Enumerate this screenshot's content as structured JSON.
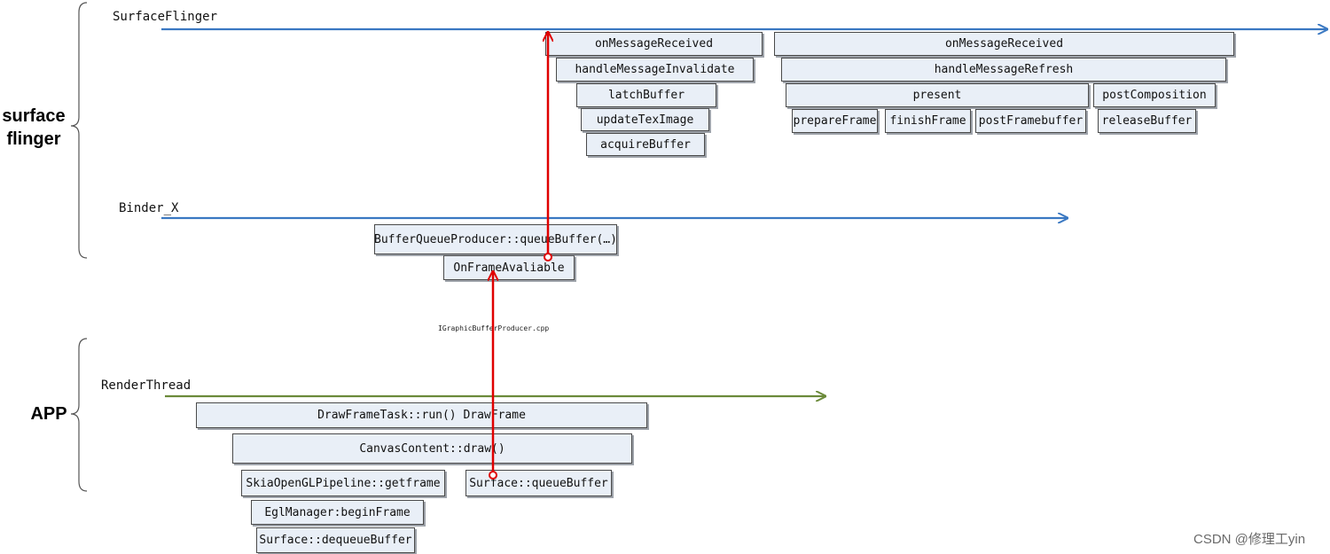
{
  "groups": {
    "surface_flinger": "surface\nflinger",
    "app": "APP"
  },
  "threads": {
    "surfaceflinger": "SurfaceFlinger",
    "binder": "Binder_X",
    "renderthread": "RenderThread"
  },
  "boxes": {
    "sf_onmsg_1": "onMessageReceived",
    "sf_handle_invalidate": "handleMessageInvalidate",
    "sf_latch": "latchBuffer",
    "sf_updatetex": "updateTexImage",
    "sf_acquire": "acquireBuffer",
    "sf_onmsg_2": "onMessageReceived",
    "sf_handle_refresh": "handleMessageRefresh",
    "sf_present": "present",
    "sf_postcomp": "postComposition",
    "sf_prepare": "prepareFrame",
    "sf_finish": "finishFrame",
    "sf_postfb": "postFramebuffer",
    "sf_release": "releaseBuffer",
    "binder_queue": "BufferQueueProducer::queueBuffer(…)",
    "binder_onframe": "OnFrameAvaliable",
    "rt_drawframe": "DrawFrameTask::run()   DrawFrame",
    "rt_canvas": "CanvasContent::draw()",
    "rt_skia": "SkiaOpenGLPipeline::getframe",
    "rt_surface_queue": "Surface::queueBuffer",
    "rt_egl": "EglManager:beginFrame",
    "rt_dequeue": "Surface::dequeueBuffer"
  },
  "annotations": {
    "ipc_file": "IGraphicBufferProducer.cpp"
  },
  "watermark": "CSDN @修理工yin",
  "colors": {
    "sf_line": "#3a78c2",
    "binder_line": "#3a78c2",
    "rt_line": "#6b8a3a",
    "call_arrow": "#e00000",
    "box_fill": "#e9eff7"
  }
}
